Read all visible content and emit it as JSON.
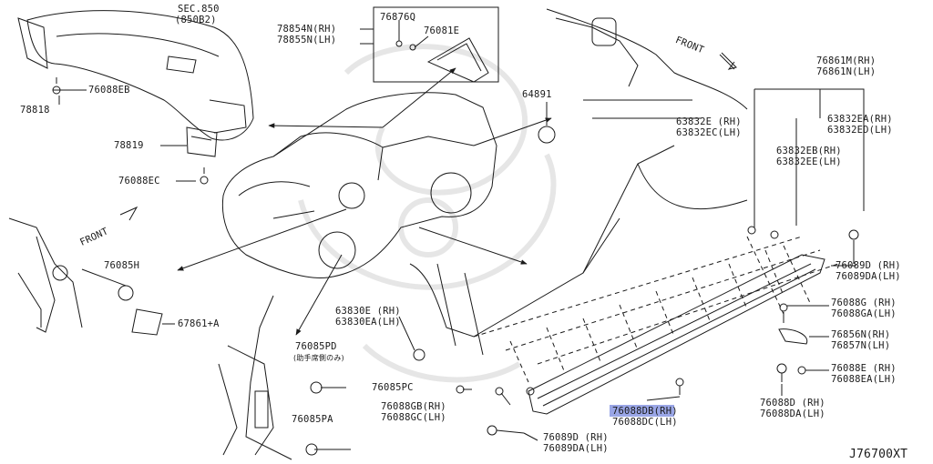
{
  "labels": {
    "sec850": "SEC.850",
    "sec850_sub": "(850B2)",
    "p78818": "78818",
    "p76088EB": "76088EB",
    "p78819": "78819",
    "p76088EC": "76088EC",
    "p78854N": "78854N(RH)",
    "p78855N": "78855N(LH)",
    "p76876Q": "76876Q",
    "p76081E": "76081E",
    "p64891": "64891",
    "front_top": "FRONT",
    "front_left": "FRONT",
    "p76861M": "76861M(RH)",
    "p76861N": "76861N(LH)",
    "p63832E": "63832E (RH)",
    "p63832EC": "63832EC(LH)",
    "p63832EA": "63832EA(RH)",
    "p63832ED": "63832ED(LH)",
    "p63832EB": "63832EB(RH)",
    "p63832EE": "63832EE(LH)",
    "p76085H": "76085H",
    "p67861A": "67861+A",
    "p76089D_r": "76089D (RH)",
    "p76089DA_r": "76089DA(LH)",
    "p63830E": "63830E (RH)",
    "p63830EA": "63830EA(LH)",
    "p76088G": "76088G (RH)",
    "p76088GA": "76088GA(LH)",
    "p76856N": "76856N(RH)",
    "p76857N": "76857N(LH)",
    "p76085PD": "76085PD",
    "p76085PD_note": "(助手席側のみ)",
    "p76088E": "76088E (RH)",
    "p76088EA": "76088EA(LH)",
    "p76085PC": "76085PC",
    "p76088GB": "76088GB(RH)",
    "p76088GC": "76088GC(LH)",
    "p76088DB": "76088DB(RH)",
    "p76088DC": "76088DC(LH)",
    "p76088D": "76088D (RH)",
    "p76088DA": "76088DA(LH)",
    "p76085PA": "76085PA",
    "p76089D_b": "76089D (RH)",
    "p76089DA_b": "76089DA(LH)",
    "diagram_id": "J76700XT"
  },
  "colors": {
    "line": "#1a1a1a",
    "highlight": "#9aa6e6",
    "watermark": "#e6e6e6"
  }
}
